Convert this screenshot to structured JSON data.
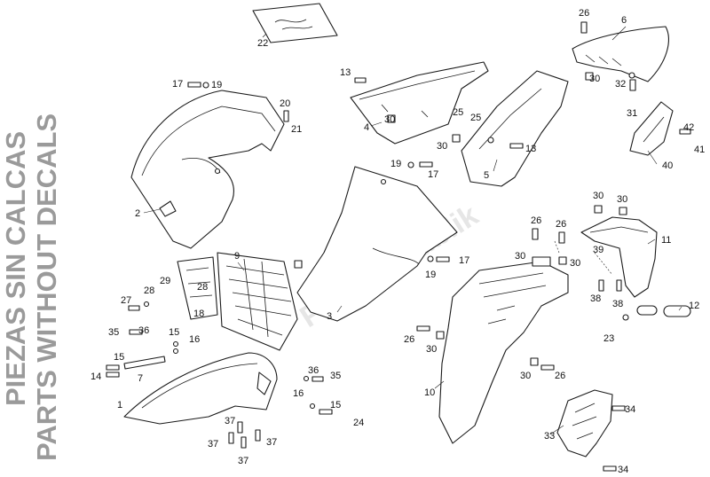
{
  "side_title": {
    "line1": "PIEZAS SIN CALCAS",
    "line2": "PARTS WITHOUT DECALS",
    "color": "#9a9a9a"
  },
  "watermark": "PartsRepublik",
  "labels": {
    "l1": "1",
    "l2": "2",
    "l3": "3",
    "l4": "4",
    "l5": "5",
    "l6": "6",
    "l7": "7",
    "l9": "9",
    "l10": "10",
    "l11": "11",
    "l12": "12",
    "l13a": "13",
    "l13b": "13",
    "l14": "14",
    "l15a": "15",
    "l15b": "15",
    "l15c": "15",
    "l16a": "16",
    "l16b": "16",
    "l17a": "17",
    "l17b": "17",
    "l17c": "17",
    "l18": "18",
    "l19a": "19",
    "l19b": "19",
    "l19c": "19",
    "l20": "20",
    "l21": "21",
    "l22": "22",
    "l23": "23",
    "l24": "24",
    "l25a": "25",
    "l25b": "25",
    "l26a": "26",
    "l26b": "26",
    "l26c": "26",
    "l26d": "26",
    "l26e": "26",
    "l27": "27",
    "l28a": "28",
    "l28b": "28",
    "l29": "29",
    "l30a": "30",
    "l30b": "30",
    "l30c": "30",
    "l30d": "30",
    "l30e": "30",
    "l30f": "30",
    "l30g": "30",
    "l30h": "30",
    "l30i": "30",
    "l31": "31",
    "l32": "32",
    "l33": "33",
    "l34a": "34",
    "l34b": "34",
    "l35a": "35",
    "l35b": "35",
    "l36a": "36",
    "l36b": "36",
    "l37a": "37",
    "l37b": "37",
    "l37c": "37",
    "l37d": "37",
    "l38": "38",
    "l39": "39",
    "l40": "40",
    "l41": "41",
    "l42": "42"
  }
}
